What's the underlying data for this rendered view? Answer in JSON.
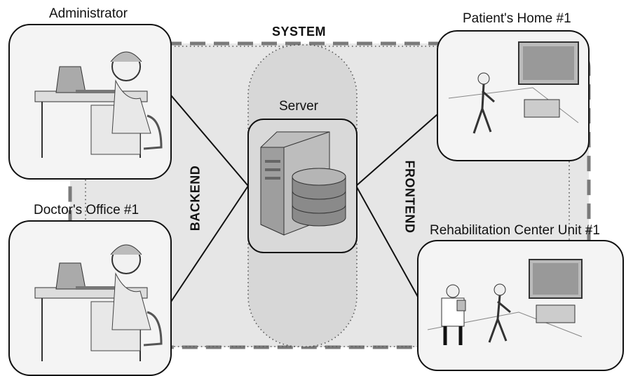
{
  "diagram": {
    "system_label": "SYSTEM",
    "backend_label": "BACKEND",
    "frontend_label": "FRONTEND",
    "server": {
      "label": "Server",
      "icon": "server-database-icon"
    },
    "nodes": [
      {
        "id": "administrator",
        "label": "Administrator",
        "icon": "office-worker-desk-icon"
      },
      {
        "id": "doctors-office",
        "label": "Doctor's Office #1",
        "icon": "office-worker-desk-icon"
      },
      {
        "id": "patients-home",
        "label": "Patient's Home #1",
        "icon": "patient-exercise-tv-icon"
      },
      {
        "id": "rehab-center",
        "label": "Rehabilitation Center Unit #1",
        "icon": "doctor-patient-exercise-icon"
      }
    ],
    "colors": {
      "system_fill": "#e6e6e6",
      "dash": "#7a7a7a",
      "server_box": "#d9d9d9",
      "frame": "#111111"
    }
  }
}
